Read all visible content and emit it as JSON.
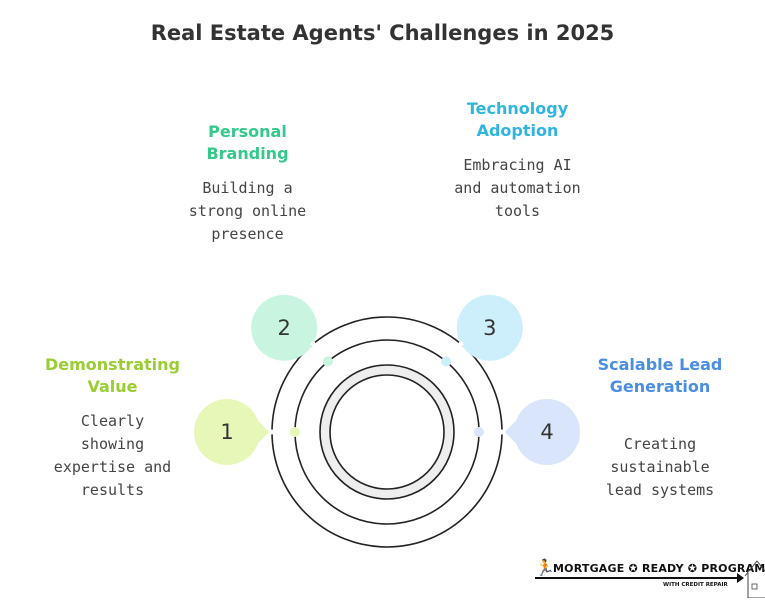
{
  "title": "Real Estate Agents' Challenges in 2025",
  "items": [
    {
      "number": "1",
      "heading": "Demonstrating Value",
      "description": "Clearly showing expertise and results",
      "color": "#9acd32",
      "bubble": "#e6f7b8"
    },
    {
      "number": "2",
      "heading": "Personal Branding",
      "description": "Building a strong online presence",
      "color": "#34c98a",
      "bubble": "#c9f5e0"
    },
    {
      "number": "3",
      "heading": "Technology Adoption",
      "description": "Embracing AI and automation tools",
      "color": "#2fb5e0",
      "bubble": "#cdeffb"
    },
    {
      "number": "4",
      "heading": "Scalable Lead Generation",
      "description": "Creating sustainable lead systems",
      "color": "#4a8ee0",
      "bubble": "#d8e5fb"
    }
  ],
  "logo": {
    "text": "MORTGAGE ✪ READY ✪ PROGRAM",
    "subtext": "WITH CREDIT REPAIR"
  }
}
